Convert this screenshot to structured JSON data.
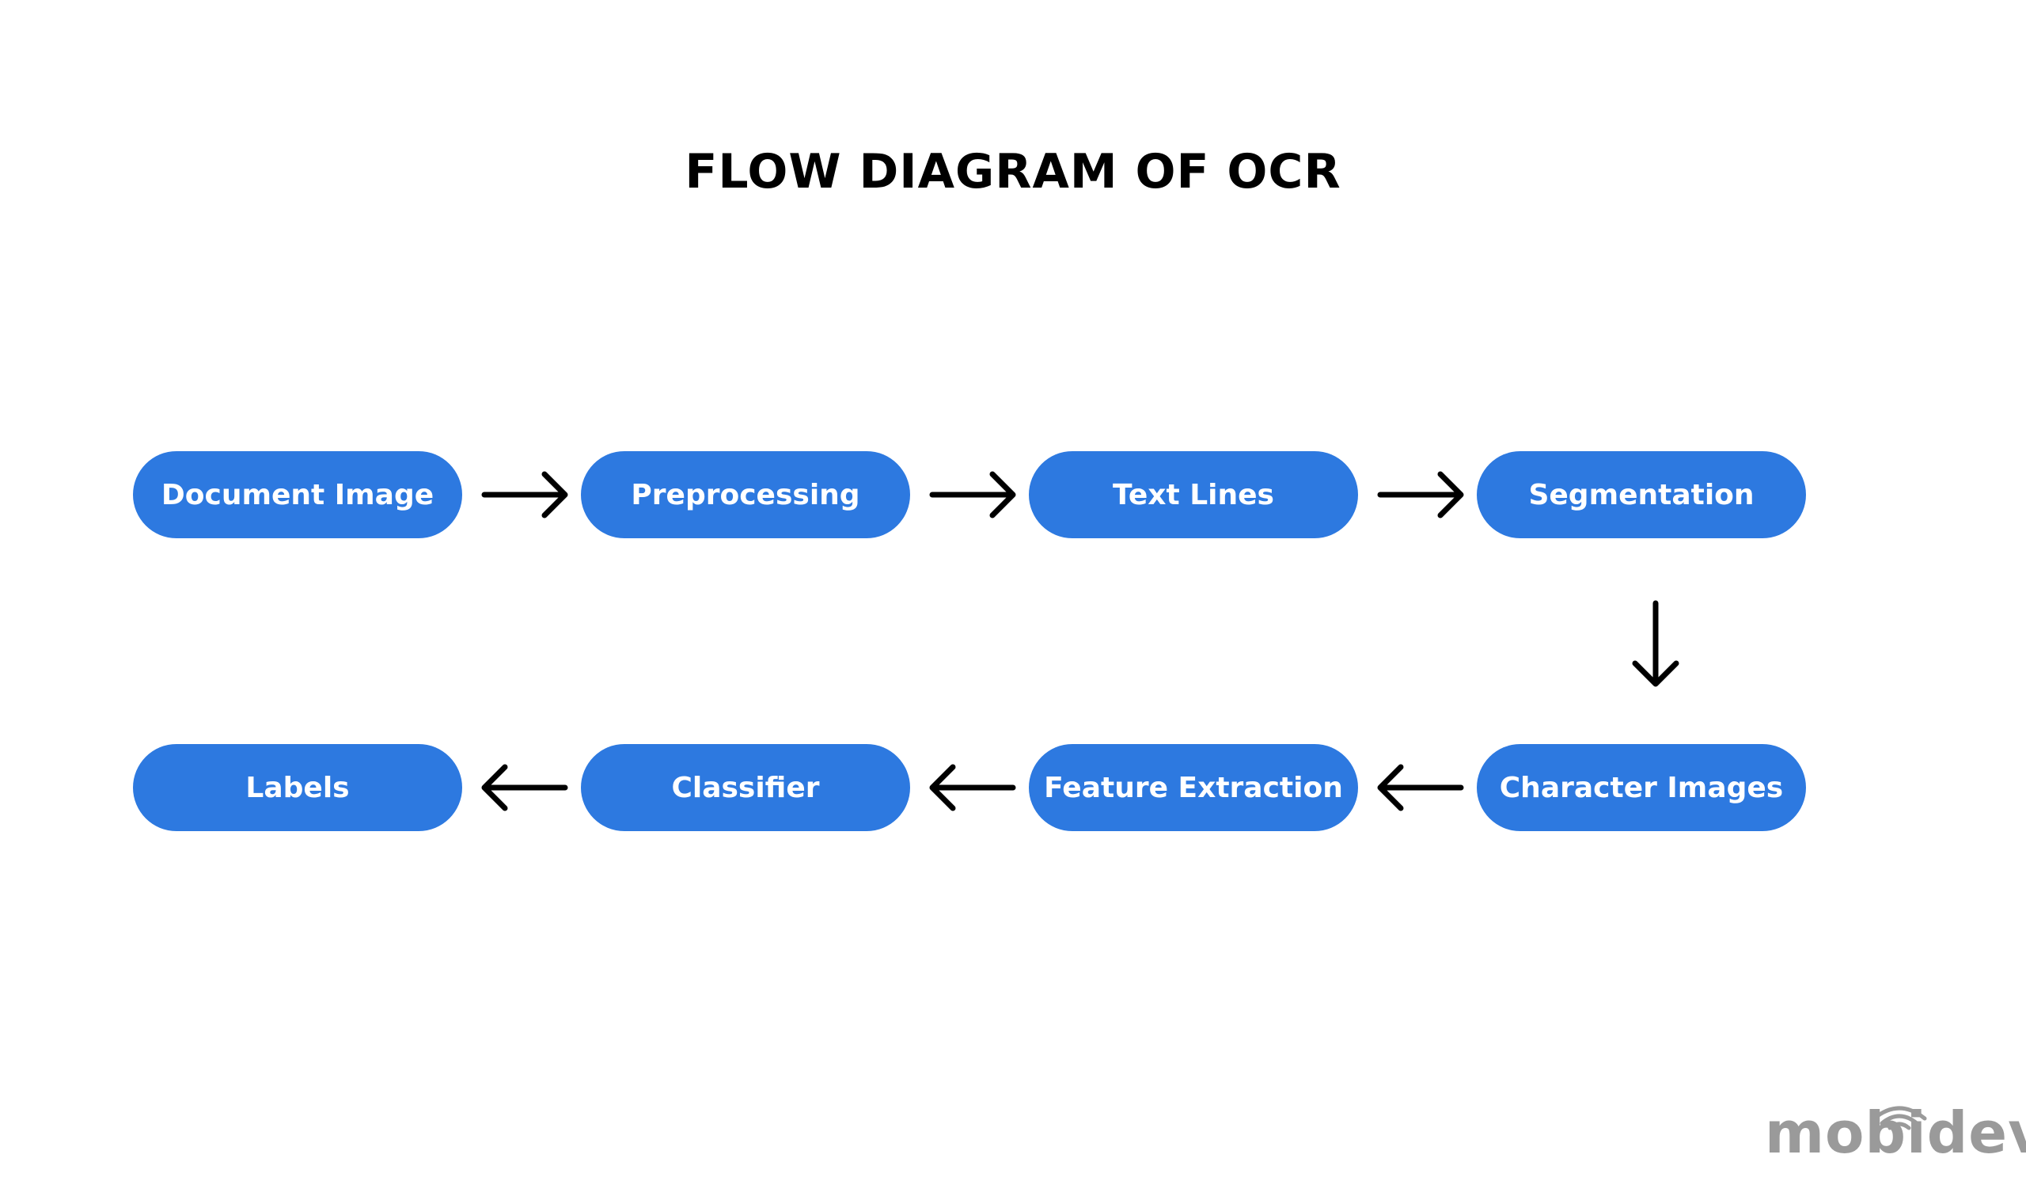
{
  "title": "FLOW DIAGRAM OF OCR",
  "colors": {
    "node_fill": "#2d79e0",
    "node_text": "#ffffff",
    "arrow": "#000000",
    "logo": "#9a9a9a"
  },
  "nodes": [
    {
      "label": "Document Image"
    },
    {
      "label": "Preprocessing"
    },
    {
      "label": "Text Lines"
    },
    {
      "label": "Segmentation"
    },
    {
      "label": "Character Images"
    },
    {
      "label": "Feature Extraction"
    },
    {
      "label": "Classifier"
    },
    {
      "label": "Labels"
    }
  ],
  "edges": [
    {
      "from": "Document Image",
      "to": "Preprocessing"
    },
    {
      "from": "Preprocessing",
      "to": "Text Lines"
    },
    {
      "from": "Text Lines",
      "to": "Segmentation"
    },
    {
      "from": "Segmentation",
      "to": "Character Images"
    },
    {
      "from": "Character Images",
      "to": "Feature Extraction"
    },
    {
      "from": "Feature Extraction",
      "to": "Classifier"
    },
    {
      "from": "Classifier",
      "to": "Labels"
    }
  ],
  "logo": {
    "text": "mobidev",
    "icon": "wifi-signal-icon"
  }
}
